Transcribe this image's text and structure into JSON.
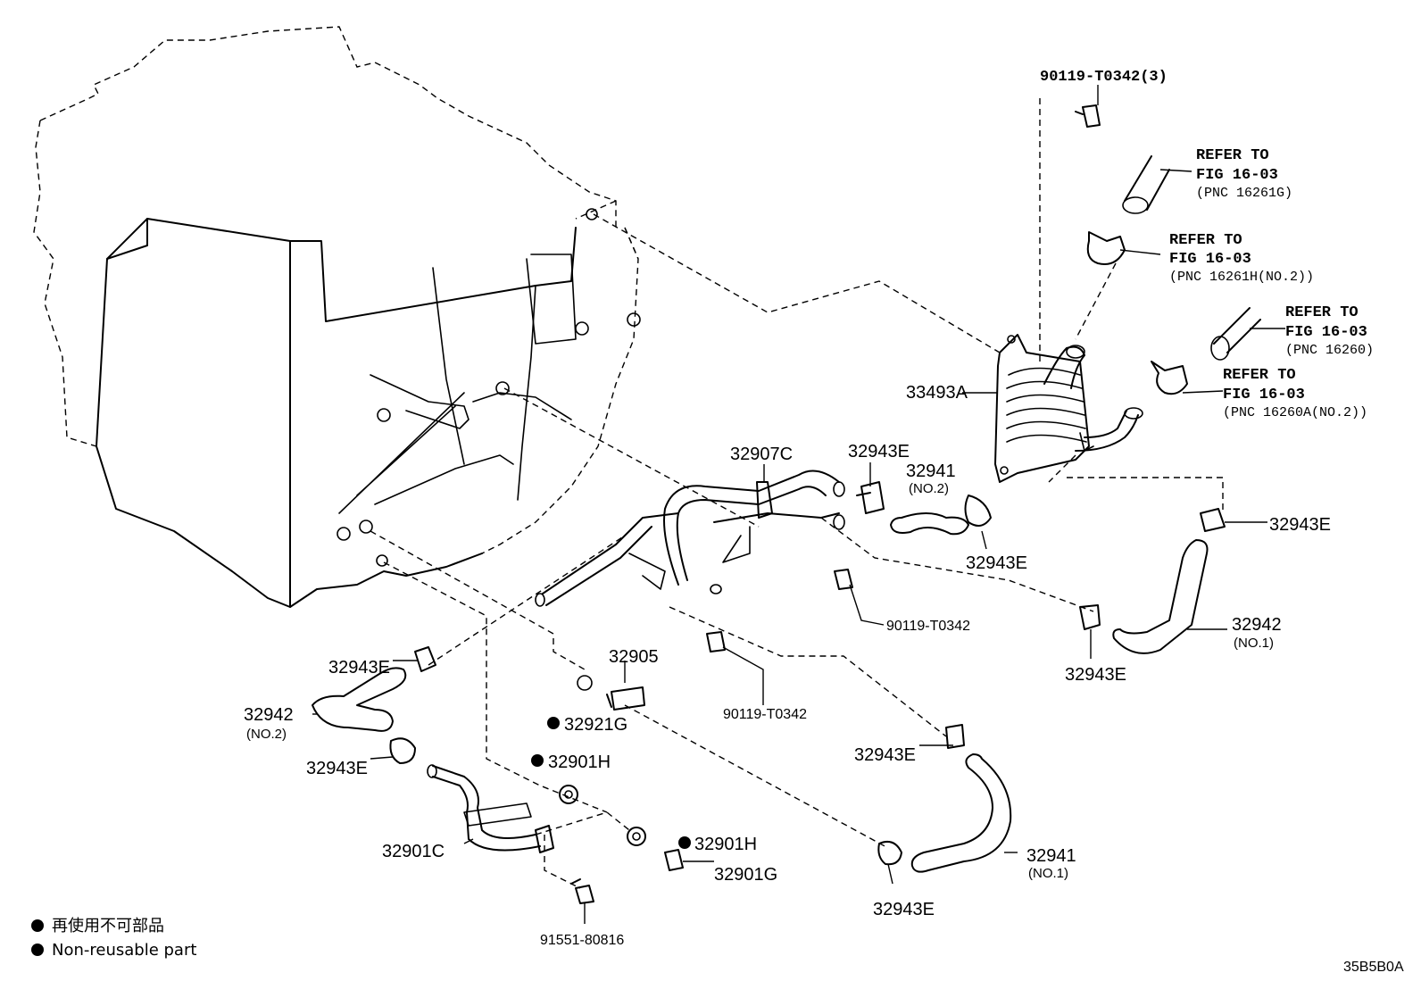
{
  "callouts": [
    {
      "id": "c_90119_T0342_3",
      "text": "90119-T0342(3)"
    },
    {
      "id": "c_33493A",
      "text": "33493A"
    },
    {
      "id": "c_32907C",
      "text": "32907C"
    },
    {
      "id": "c_32943E_a",
      "text": "32943E"
    },
    {
      "id": "c_32941_top",
      "text": "32941"
    },
    {
      "id": "c_32941_top_sub",
      "text": "(NO.2)"
    },
    {
      "id": "c_32943E_b",
      "text": "32943E"
    },
    {
      "id": "c_32943E_c",
      "text": "32943E"
    },
    {
      "id": "c_90119_T0342_a",
      "text": "90119-T0342"
    },
    {
      "id": "c_32942_right",
      "text": "32942"
    },
    {
      "id": "c_32942_right_sub",
      "text": "(NO.1)"
    },
    {
      "id": "c_32943E_d",
      "text": "32943E"
    },
    {
      "id": "c_32943E_left",
      "text": "32943E"
    },
    {
      "id": "c_32905",
      "text": "32905"
    },
    {
      "id": "c_90119_T0342_b",
      "text": "90119-T0342"
    },
    {
      "id": "c_32942_left",
      "text": "32942"
    },
    {
      "id": "c_32942_left_sub",
      "text": "(NO.2)"
    },
    {
      "id": "c_32921G",
      "text": "32921G"
    },
    {
      "id": "c_32943E_left2",
      "text": "32943E"
    },
    {
      "id": "c_32901H_a",
      "text": "32901H"
    },
    {
      "id": "c_32943E_mid",
      "text": "32943E"
    },
    {
      "id": "c_32901C",
      "text": "32901C"
    },
    {
      "id": "c_32901H_b",
      "text": "32901H"
    },
    {
      "id": "c_32901G",
      "text": "32901G"
    },
    {
      "id": "c_32941_bottom",
      "text": "32941"
    },
    {
      "id": "c_32941_bottom_sub",
      "text": "(NO.1)"
    },
    {
      "id": "c_32943E_bottom",
      "text": "32943E"
    },
    {
      "id": "c_91551_80816",
      "text": "91551-80816"
    }
  ],
  "refers": [
    {
      "line1": "REFER TO",
      "line2": "FIG 16-03",
      "line3": "(PNC 16261G)"
    },
    {
      "line1": "REFER TO",
      "line2": "FIG 16-03",
      "line3": "(PNC 16261H(NO.2))"
    },
    {
      "line1": "REFER TO",
      "line2": "FIG 16-03",
      "line3": "(PNC 16260)"
    },
    {
      "line1": "REFER TO",
      "line2": "FIG 16-03",
      "line3": "(PNC 16260A(NO.2))"
    }
  ],
  "legend": {
    "line_jp": "再使用不可部品",
    "line_en": "Non-reusable part"
  },
  "diagram_code": "35B5B0A"
}
